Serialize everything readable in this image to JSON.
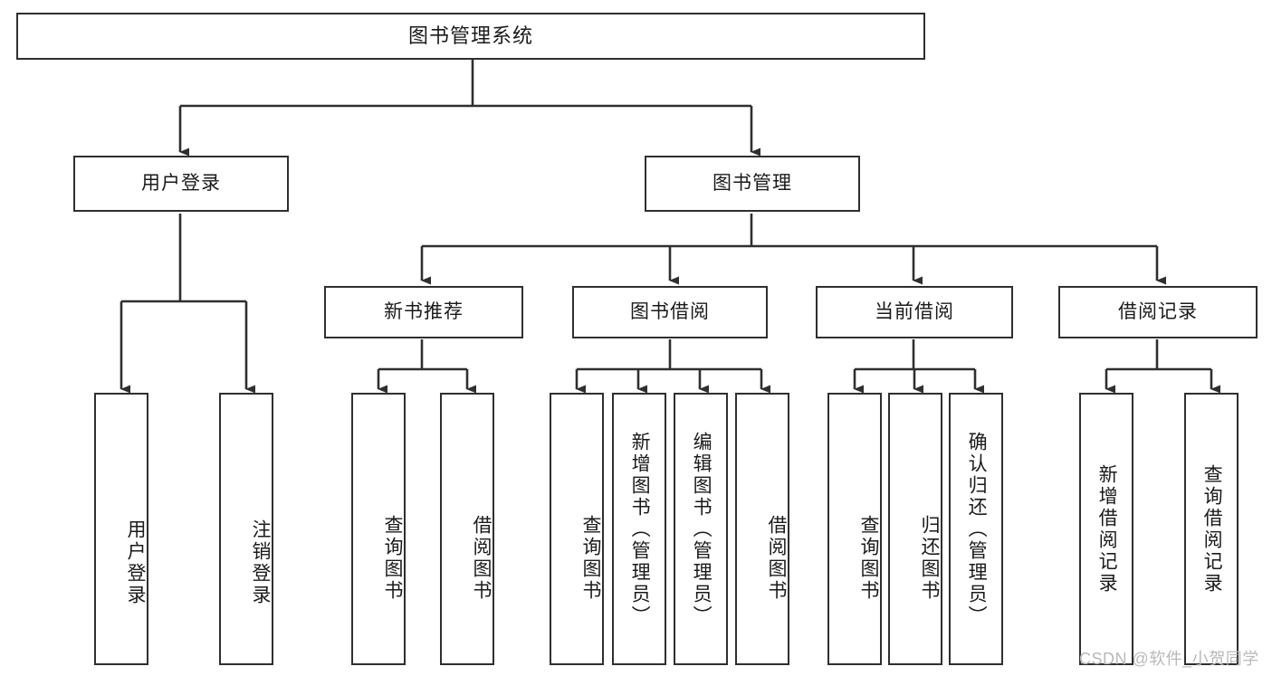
{
  "diagram": {
    "type": "tree",
    "title": "图书管理系统",
    "root": {
      "label": "图书管理系统"
    },
    "level2": [
      {
        "label": "用户登录"
      },
      {
        "label": "图书管理"
      }
    ],
    "level3": [
      {
        "label": "新书推荐"
      },
      {
        "label": "图书借阅"
      },
      {
        "label": "当前借阅"
      },
      {
        "label": "借阅记录"
      }
    ],
    "leaves": {
      "user_login": [
        {
          "label": "用户登录"
        },
        {
          "label": "注销登录"
        }
      ],
      "new_book_recommend": [
        {
          "label": "查询图书"
        },
        {
          "label": "借阅图书"
        }
      ],
      "book_borrow": [
        {
          "label": "查询图书"
        },
        {
          "label": "新增图书（管理员）"
        },
        {
          "label": "编辑图书（管理员）"
        },
        {
          "label": "借阅图书"
        }
      ],
      "current_borrow": [
        {
          "label": "查询图书"
        },
        {
          "label": "归还图书"
        },
        {
          "label": "确认归还（管理员）"
        }
      ],
      "borrow_record": [
        {
          "label": "新增借阅记录"
        },
        {
          "label": "查询借阅记录"
        }
      ]
    }
  },
  "colors": {
    "stroke": "#2f2f2f",
    "fill": "#ffffff",
    "text": "#1a1a1a",
    "watermark": "#b9b9b9",
    "background": "#ffffff"
  },
  "watermark": {
    "text": "CSDN @软件_小贺同学"
  }
}
